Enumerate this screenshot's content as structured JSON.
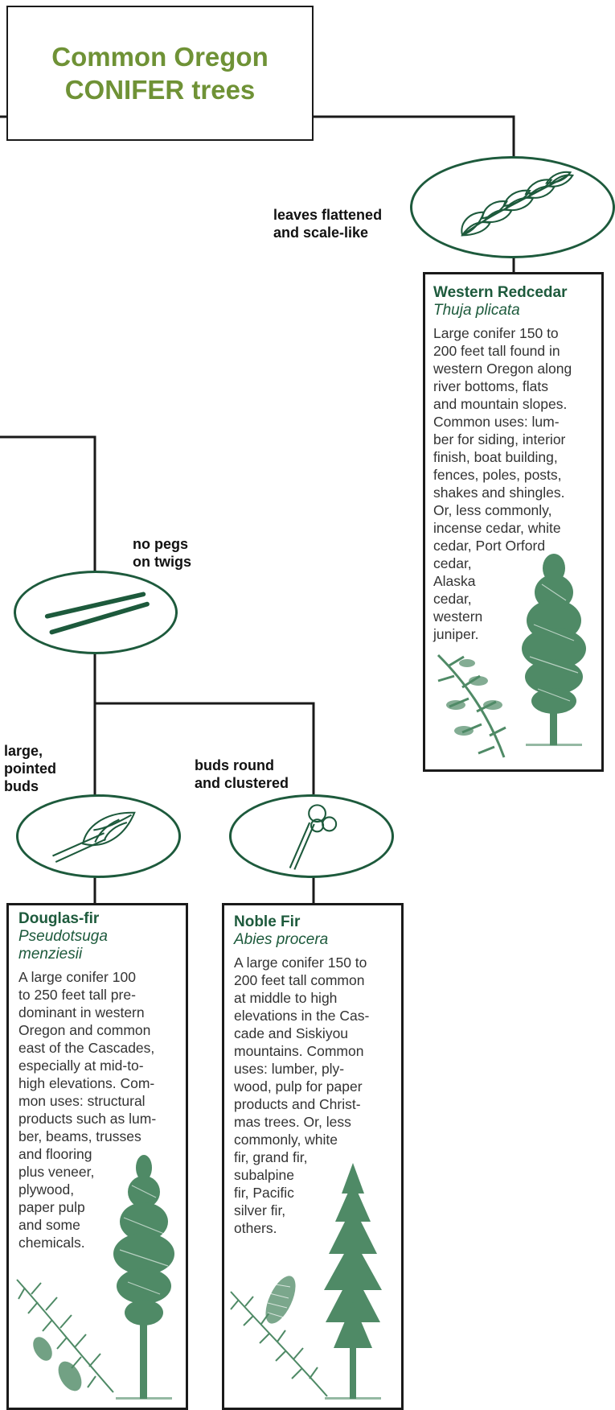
{
  "title": {
    "line1": "Common Oregon",
    "line2": "CONIFER trees"
  },
  "nodes": {
    "scale_like": {
      "label_line1": "leaves flattened",
      "label_line2": "and scale-like"
    },
    "no_pegs": {
      "label_line1": "no pegs",
      "label_line2": "on twigs"
    },
    "pointed_buds": {
      "label_line1": "large,",
      "label_line2": "pointed",
      "label_line3": "buds"
    },
    "round_buds": {
      "label_line1": "buds round",
      "label_line2": "and clustered"
    }
  },
  "trees": {
    "western_redcedar": {
      "common_name": "Western Redcedar",
      "scientific_name": "Thuja plicata",
      "description": "Large conifer 150 to\n200 feet tall found in\nwestern Oregon along\nriver bottoms, flats\nand mountain slopes.\nCommon uses: lum-\nber for siding, interior\nfinish, boat building,\nfences, poles, posts,\nshakes and shingles.\nOr, less commonly,\nincense cedar, white\ncedar, Port Orford\ncedar,\nAlaska\ncedar,\nwestern\njuniper."
    },
    "douglas_fir": {
      "common_name": "Douglas-fir",
      "scientific_name_line1": "Pseudotsuga",
      "scientific_name_line2": "menziesii",
      "description": "A large conifer 100\nto 250 feet tall pre-\ndominant in western\nOregon and common\neast of the Cascades,\nespecially at mid-to-\nhigh elevations. Com-\nmon uses: structural\nproducts such as lum-\nber, beams, trusses\nand flooring\nplus veneer,\nplywood,\npaper pulp\nand some\nchemicals."
    },
    "noble_fir": {
      "common_name": "Noble Fir",
      "scientific_name": "Abies procera",
      "description": "A large conifer 150 to\n200 feet tall common\nat middle to high\nelevations in the Cas-\ncade and Siskiyou\nmountains. Common\nuses: lumber, ply-\nwood, pulp for paper\nproducts and Christ-\nmas trees. Or, less\ncommonly, white\nfir, grand fir,\nsubalpine\nfir, Pacific\nsilver fir,\nothers."
    }
  },
  "colors": {
    "title_green": "#6f9236",
    "dark_green": "#1d5a3c",
    "tree_green": "#4f8a66",
    "line": "#1a1a1a"
  }
}
